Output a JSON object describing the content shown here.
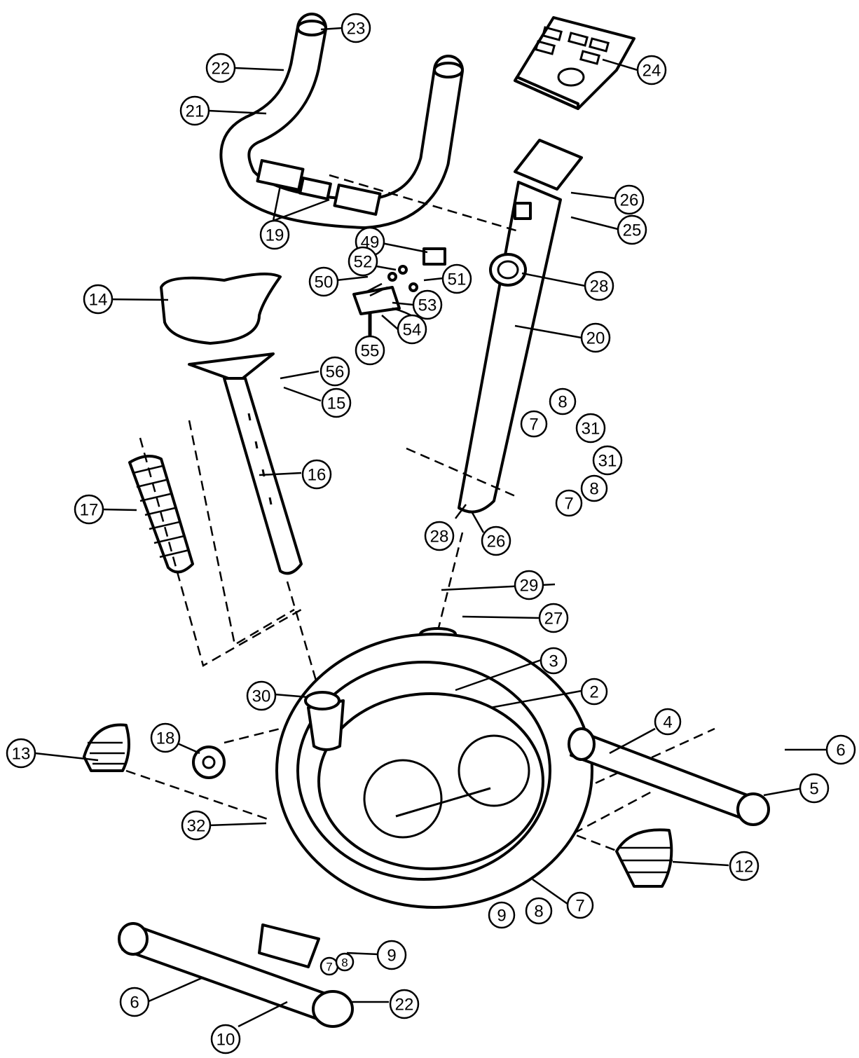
{
  "callouts": [
    {
      "num": "23"
    },
    {
      "num": "22"
    },
    {
      "num": "21"
    },
    {
      "num": "19"
    },
    {
      "num": "24"
    },
    {
      "num": "26"
    },
    {
      "num": "25"
    },
    {
      "num": "49"
    },
    {
      "num": "52"
    },
    {
      "num": "50"
    },
    {
      "num": "51"
    },
    {
      "num": "53"
    },
    {
      "num": "54"
    },
    {
      "num": "55"
    },
    {
      "num": "28"
    },
    {
      "num": "20"
    },
    {
      "num": "14"
    },
    {
      "num": "56"
    },
    {
      "num": "15"
    },
    {
      "num": "16"
    },
    {
      "num": "17"
    },
    {
      "num": "8"
    },
    {
      "num": "7"
    },
    {
      "num": "31"
    },
    {
      "num": "31"
    },
    {
      "num": "8"
    },
    {
      "num": "7"
    },
    {
      "num": "28"
    },
    {
      "num": "26"
    },
    {
      "num": "29"
    },
    {
      "num": "27"
    },
    {
      "num": "3"
    },
    {
      "num": "2"
    },
    {
      "num": "30"
    },
    {
      "num": "4"
    },
    {
      "num": "6"
    },
    {
      "num": "5"
    },
    {
      "num": "13"
    },
    {
      "num": "18"
    },
    {
      "num": "32"
    },
    {
      "num": "12"
    },
    {
      "num": "9"
    },
    {
      "num": "8"
    },
    {
      "num": "7"
    },
    {
      "num": "9"
    },
    {
      "num": "7"
    },
    {
      "num": "8"
    },
    {
      "num": "6"
    },
    {
      "num": "22"
    },
    {
      "num": "10"
    }
  ]
}
